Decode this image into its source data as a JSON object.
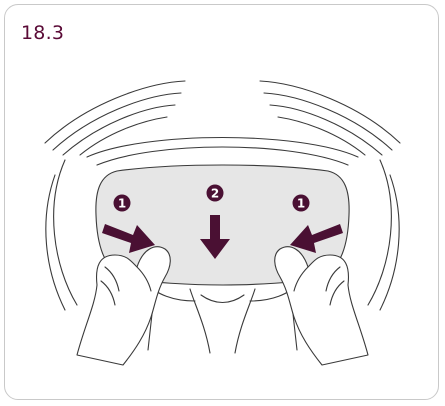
{
  "figure": {
    "label": "18.3",
    "steps": [
      {
        "number": "1"
      },
      {
        "number": "2"
      },
      {
        "number": "1"
      }
    ]
  },
  "colors": {
    "label": "#5a0a36",
    "arrow": "#4a1033",
    "panel_fill": "#e6e6e6",
    "line": "#3a3a3a"
  }
}
